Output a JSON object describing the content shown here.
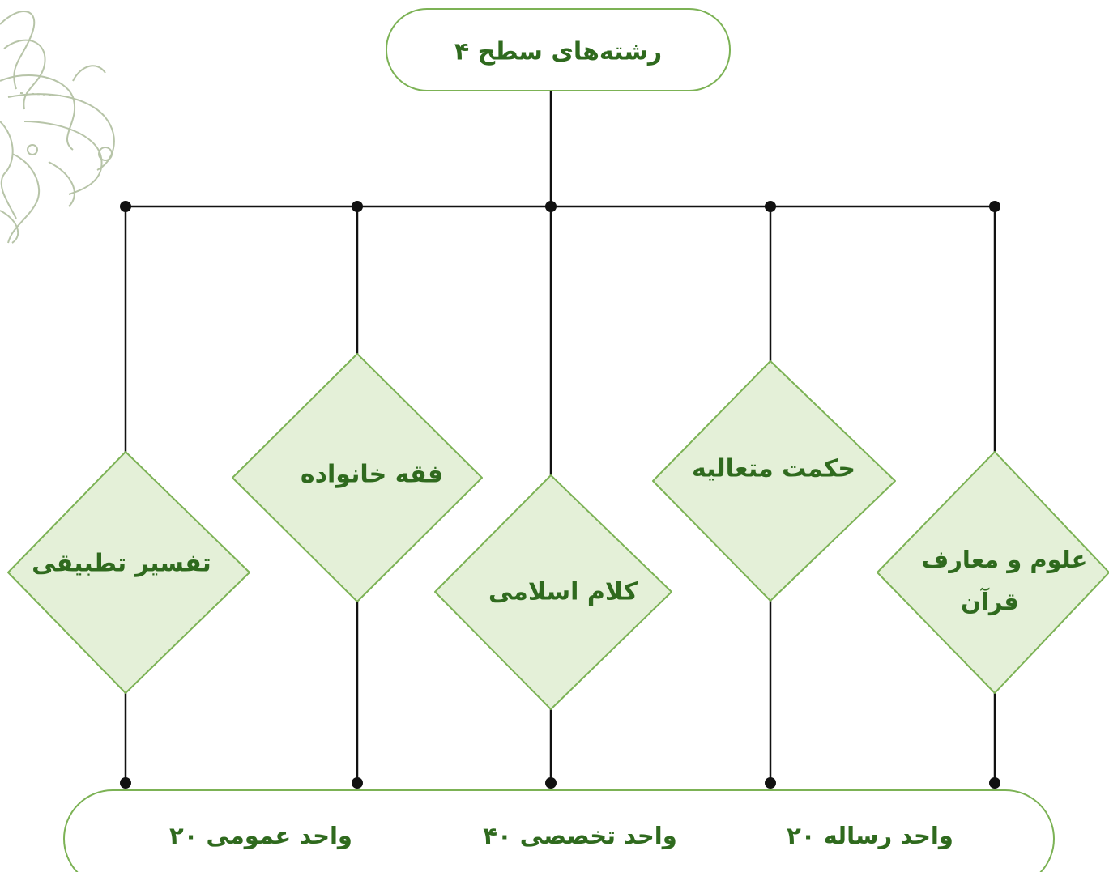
{
  "title": "رشته‌های سطح ۴",
  "branches": [
    {
      "lines": [
        "تفسیر تطبیقی"
      ]
    },
    {
      "lines": [
        "فقه خانواده"
      ]
    },
    {
      "lines": [
        "کلام اسلامی"
      ]
    },
    {
      "lines": [
        "حکمت متعالیه"
      ]
    },
    {
      "lines": [
        "علوم و معارف",
        "قرآن"
      ]
    }
  ],
  "footer": {
    "general": "۲۰ واحد عمومی",
    "specialized": "۴۰ واحد تخصصی",
    "thesis": "۲۰ واحد رساله"
  },
  "colors": {
    "box_fill": "#e4f0d8",
    "box_stroke": "#7cb255",
    "text": "#2f6a1e",
    "line": "#111111",
    "ornament": "#b7c4a8"
  },
  "decor": {
    "ornament_icon": "floral-ornament-icon"
  }
}
